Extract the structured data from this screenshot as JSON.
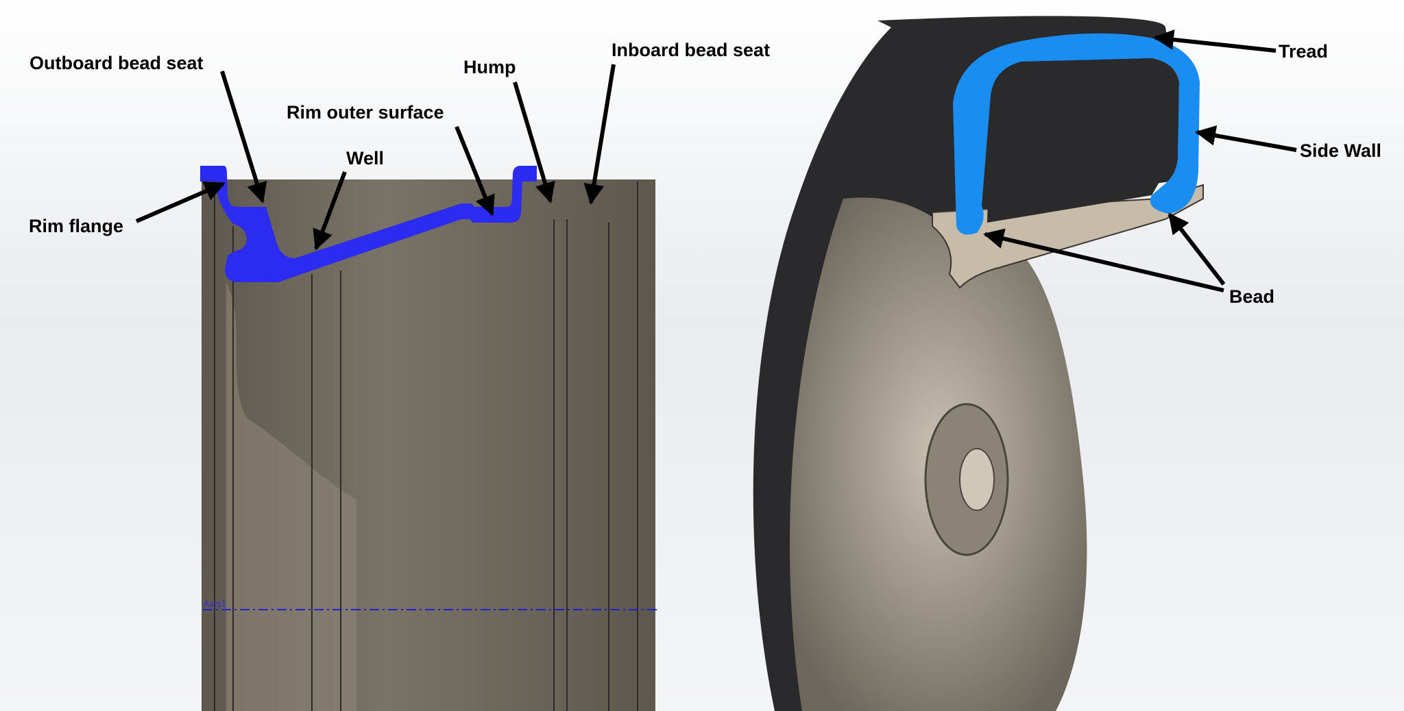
{
  "rim_labels": {
    "outboard_bead_seat": "Outboard bead seat",
    "rim_flange": "Rim flange",
    "well": "Well",
    "rim_outer_surface": "Rim outer surface",
    "hump": "Hump",
    "inboard_bead_seat": "Inboard bead seat"
  },
  "tire_labels": {
    "tread": "Tread",
    "side_wall": "Side Wall",
    "bead": "Bead"
  },
  "axis_label": "Axis1",
  "colors": {
    "rim_section": "#2b2bf2",
    "tire_section": "#1a8df2",
    "metal": "#6b645a",
    "rubber": "#2a2a2c",
    "axis_line": "#2020d0"
  }
}
